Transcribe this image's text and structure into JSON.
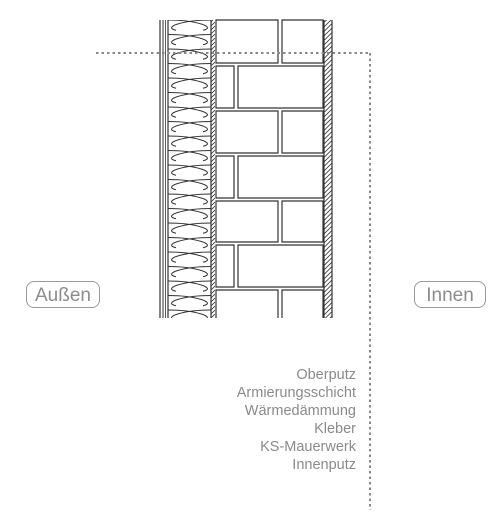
{
  "labels": {
    "outside": "Außen",
    "inside": "Innen"
  },
  "layers": [
    "Oberputz",
    "Armierungsschicht",
    "Wärmedämmung",
    "Kleber",
    "KS-Mauerwerk",
    "Innenputz"
  ],
  "colors": {
    "line": "#333333",
    "label_text": "#8c8c8c",
    "label_border": "#9a9a9a",
    "leader_dots": "#888888"
  }
}
